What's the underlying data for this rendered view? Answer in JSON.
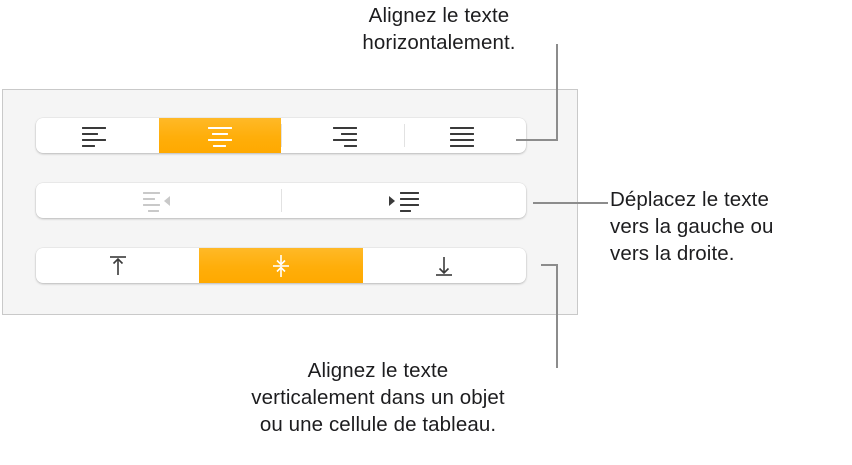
{
  "panel": {
    "name": "text-alignment-inspector",
    "background_color": "#f5f5f5",
    "border_color": "#c9c9c9",
    "accent_color": "#ffae0a",
    "icon_color": "#3a3a3a",
    "disabled_icon_color": "#c9c9c9"
  },
  "rows": {
    "horizontal": {
      "name": "horizontal-alignment-group",
      "segments": [
        {
          "icon": "align-left-icon",
          "label": "Aligner à gauche",
          "selected": false,
          "enabled": true
        },
        {
          "icon": "align-center-icon",
          "label": "Centrer",
          "selected": true,
          "enabled": true
        },
        {
          "icon": "align-right-icon",
          "label": "Aligner à droite",
          "selected": false,
          "enabled": true
        },
        {
          "icon": "align-justify-icon",
          "label": "Justifier",
          "selected": false,
          "enabled": true
        }
      ]
    },
    "indent": {
      "name": "indent-group",
      "segments": [
        {
          "icon": "outdent-icon",
          "label": "Diminuer le retrait",
          "selected": false,
          "enabled": false
        },
        {
          "icon": "indent-icon",
          "label": "Augmenter le retrait",
          "selected": false,
          "enabled": true
        }
      ]
    },
    "vertical": {
      "name": "vertical-alignment-group",
      "segments": [
        {
          "icon": "align-top-icon",
          "label": "Aligner en haut",
          "selected": false,
          "enabled": true
        },
        {
          "icon": "align-middle-icon",
          "label": "Centrer",
          "selected": true,
          "enabled": true
        },
        {
          "icon": "align-bottom-icon",
          "label": "Aligner en bas",
          "selected": false,
          "enabled": true
        }
      ]
    }
  },
  "callouts": {
    "horizontal": "Alignez le texte\nhorizontalement.",
    "indent": "Déplacez le texte\nvers la gauche ou\nvers la droite.",
    "vertical": "Alignez le texte\nverticalement dans un objet\nou une cellule de tableau."
  }
}
